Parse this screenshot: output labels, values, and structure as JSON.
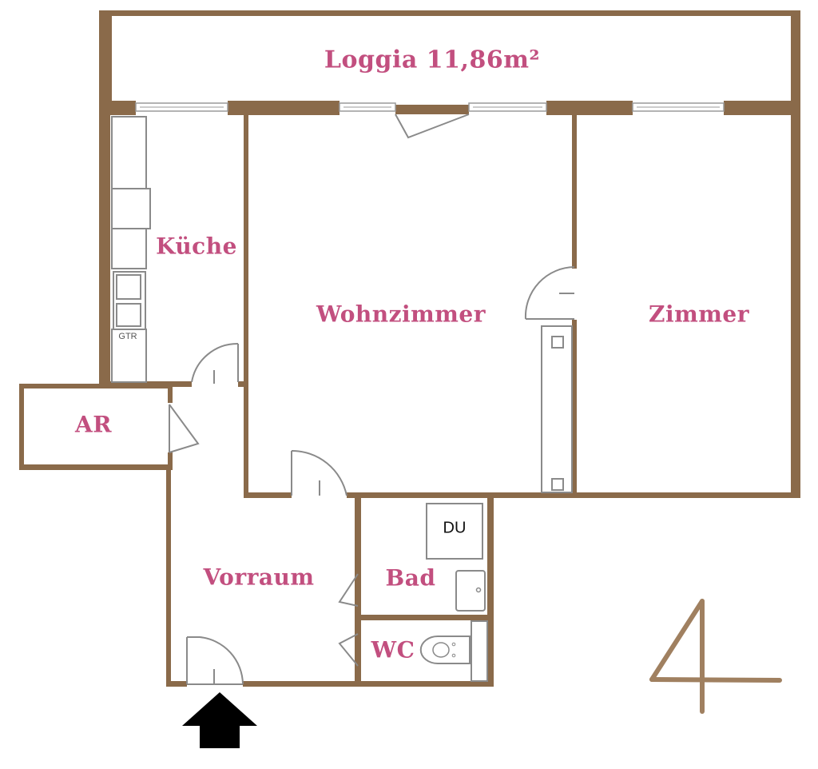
{
  "plan": {
    "floor_number": "4",
    "colors": {
      "wall": "#8a6a4a",
      "label": "#c24f7f",
      "fixture": "#8a8a8a",
      "floor_number": "#a08060",
      "entrance_arrow": "#000000"
    },
    "rooms": [
      {
        "id": "loggia",
        "label": "Loggia 11,86m²"
      },
      {
        "id": "kueche",
        "label": "Küche"
      },
      {
        "id": "wohnzimmer",
        "label": "Wohnzimmer"
      },
      {
        "id": "zimmer",
        "label": "Zimmer"
      },
      {
        "id": "ar",
        "label": "AR"
      },
      {
        "id": "vorraum",
        "label": "Vorraum"
      },
      {
        "id": "bad",
        "label": "Bad"
      },
      {
        "id": "wc",
        "label": "WC"
      }
    ],
    "fixtures": {
      "shower": "DU",
      "gtr": "GTR"
    },
    "entrance": "entrance-arrow"
  }
}
